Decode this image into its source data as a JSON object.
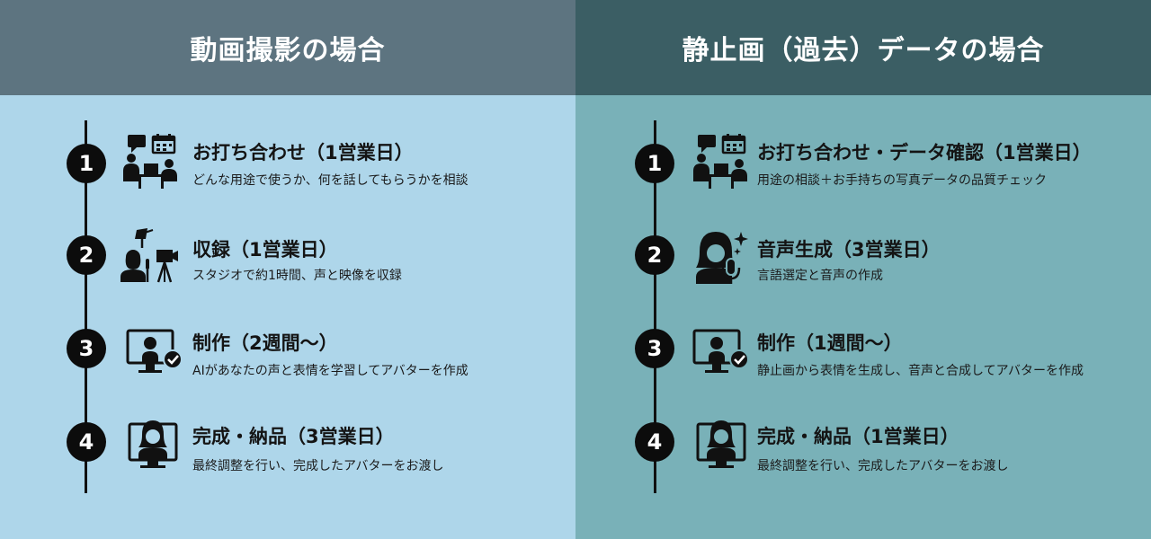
{
  "left": {
    "title": "動画撮影の場合",
    "steps": [
      {
        "num": "1",
        "icon": "meeting-icon",
        "title": "お打ち合わせ（1営業日）",
        "desc": "どんな用途で使うか、何を話してもらうかを相談"
      },
      {
        "num": "2",
        "icon": "recording-studio-icon",
        "title": "収録（1営業日）",
        "desc": "スタジオで約1時間、声と映像を収録"
      },
      {
        "num": "3",
        "icon": "avatar-monitor-check-icon",
        "title": "制作（2週間〜）",
        "desc": "AIがあなたの声と表情を学習してアバターを作成"
      },
      {
        "num": "4",
        "icon": "avatar-monitor-icon",
        "title": "完成・納品（3営業日）",
        "desc": "最終調整を行い、完成したアバターをお渡し"
      }
    ]
  },
  "right": {
    "title": "静止画（過去）データの場合",
    "steps": [
      {
        "num": "1",
        "icon": "meeting-icon",
        "title": "お打ち合わせ・データ確認（1営業日）",
        "desc": "用途の相談＋お手持ちの写真データの品質チェック"
      },
      {
        "num": "2",
        "icon": "voice-generation-icon",
        "title": "音声生成（3営業日）",
        "desc": "言語選定と音声の作成"
      },
      {
        "num": "3",
        "icon": "avatar-monitor-check-icon",
        "title": "制作（1週間〜）",
        "desc": "静止画から表情を生成し、音声と合成してアバターを作成"
      },
      {
        "num": "4",
        "icon": "avatar-monitor-icon",
        "title": "完成・納品（1営業日）",
        "desc": "最終調整を行い、完成したアバターをお渡し"
      }
    ]
  }
}
